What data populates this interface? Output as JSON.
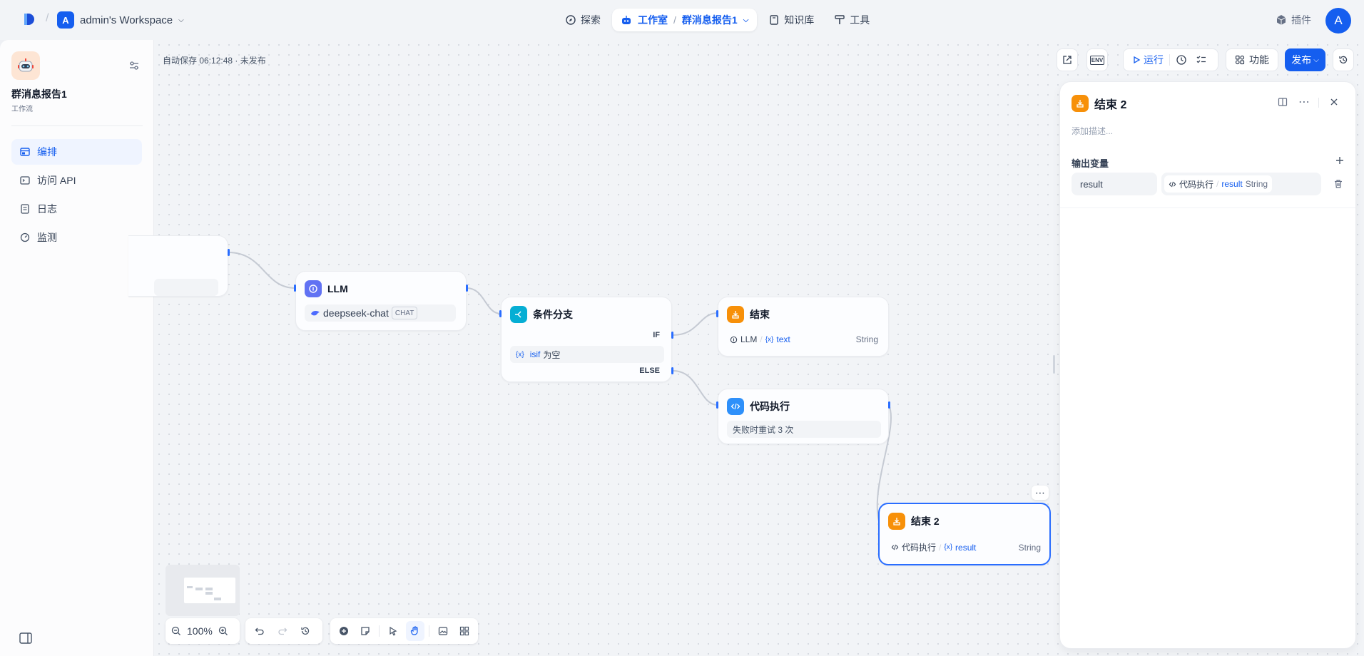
{
  "header": {
    "workspace_initial": "A",
    "workspace_name": "admin's Workspace",
    "nav": {
      "explore": "探索",
      "studio": "工作室",
      "app_name": "群消息报告1",
      "knowledge": "知识库",
      "tools": "工具"
    },
    "plugins": "插件",
    "user_initial": "A"
  },
  "sidebar": {
    "app_name": "群消息报告1",
    "app_type": "工作流",
    "items": [
      {
        "label": "编排",
        "icon": "layout-icon",
        "active": true
      },
      {
        "label": "访问 API",
        "icon": "terminal-icon",
        "active": false
      },
      {
        "label": "日志",
        "icon": "file-list-icon",
        "active": false
      },
      {
        "label": "监测",
        "icon": "gauge-icon",
        "active": false
      }
    ]
  },
  "canvas": {
    "autosave": "自动保存 06:12:48 · 未发布",
    "toolbar": {
      "run": "运行",
      "features": "功能",
      "publish": "发布",
      "env": "ENV"
    },
    "nodes": {
      "llm": {
        "title": "LLM",
        "model": "deepseek-chat",
        "mode": "CHAT"
      },
      "branch": {
        "title": "条件分支",
        "if": "IF",
        "else": "ELSE",
        "cond_var_icon": "{x}",
        "cond_var": "isif",
        "cond_op": "为空"
      },
      "end1": {
        "title": "结束",
        "src": "LLM",
        "var_icon": "{x}",
        "var": "text",
        "type": "String"
      },
      "code": {
        "title": "代码执行",
        "retry": "失败时重试 3 次"
      },
      "end2": {
        "title": "结束 2",
        "src": "代码执行",
        "var_icon": "{x}",
        "var": "result",
        "type": "String"
      }
    },
    "zoom": "100%"
  },
  "panel": {
    "title": "结束 2",
    "description_placeholder": "添加描述...",
    "output_label": "输出变量",
    "var_name": "result",
    "var_src": "代码执行",
    "var_sep": "/",
    "var_value": "result",
    "var_type": "String"
  },
  "colors": {
    "accent": "#155eef",
    "llm_icon": "#6172f3",
    "branch_icon": "#06aed4",
    "end_icon": "#f79009",
    "code_icon": "#2e90fa"
  }
}
